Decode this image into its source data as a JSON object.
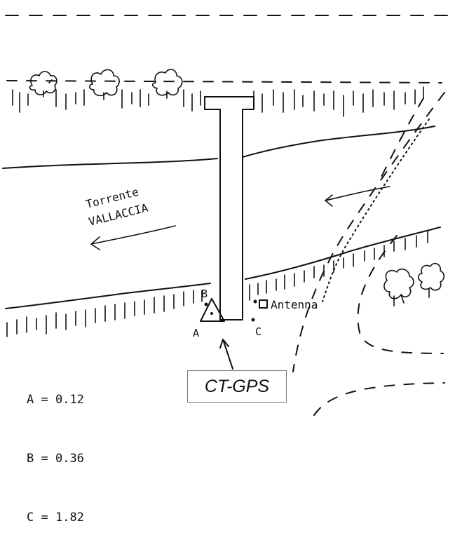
{
  "river": {
    "name_line1": "Torrente",
    "name_line2": "VALLACCIA"
  },
  "labels": {
    "antenna": "Antenna",
    "point_a": "A",
    "point_b": "B",
    "point_c": "C",
    "station": "CT-GPS"
  },
  "legend": [
    {
      "key": "A",
      "value": "0.12"
    },
    {
      "key": "B",
      "value": "0.36"
    },
    {
      "key": "C",
      "value": "1.82"
    }
  ],
  "icons": [
    "tree-icon",
    "bridge",
    "triangle-marker-icon",
    "antenna-square-icon",
    "flow-arrow-icon"
  ]
}
